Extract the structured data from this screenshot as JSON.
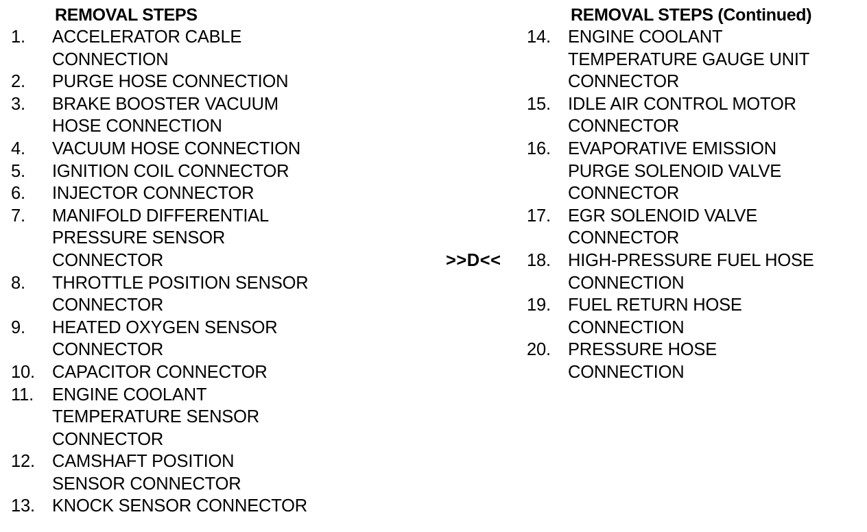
{
  "left": {
    "heading": "REMOVAL STEPS",
    "steps": [
      {
        "number": "1.",
        "text": "ACCELERATOR CABLE\nCONNECTION"
      },
      {
        "number": "2.",
        "text": "PURGE HOSE CONNECTION"
      },
      {
        "number": "3.",
        "text": "BRAKE BOOSTER VACUUM\nHOSE CONNECTION"
      },
      {
        "number": "4.",
        "text": "VACUUM HOSE CONNECTION"
      },
      {
        "number": "5.",
        "text": "IGNITION COIL CONNECTOR"
      },
      {
        "number": "6.",
        "text": "INJECTOR CONNECTOR"
      },
      {
        "number": "7.",
        "text": "MANIFOLD DIFFERENTIAL\nPRESSURE SENSOR\nCONNECTOR"
      },
      {
        "number": "8.",
        "text": "THROTTLE POSITION SENSOR\nCONNECTOR"
      },
      {
        "number": "9.",
        "text": "HEATED OXYGEN SENSOR\nCONNECTOR"
      },
      {
        "number": "10.",
        "text": "CAPACITOR CONNECTOR"
      },
      {
        "number": "11.",
        "text": "ENGINE COOLANT\nTEMPERATURE SENSOR\nCONNECTOR"
      },
      {
        "number": "12.",
        "text": "CAMSHAFT POSITION\nSENSOR CONNECTOR"
      },
      {
        "number": "13.",
        "text": "KNOCK SENSOR CONNECTOR"
      }
    ]
  },
  "right": {
    "heading": "REMOVAL STEPS (Continued)",
    "steps": [
      {
        "marker": "",
        "number": "14.",
        "text": "ENGINE COOLANT\nTEMPERATURE GAUGE UNIT\nCONNECTOR"
      },
      {
        "marker": "",
        "number": "15.",
        "text": "IDLE AIR CONTROL MOTOR\nCONNECTOR"
      },
      {
        "marker": "",
        "number": "16.",
        "text": "EVAPORATIVE EMISSION\nPURGE SOLENOID VALVE\nCONNECTOR"
      },
      {
        "marker": "",
        "number": "17.",
        "text": "EGR SOLENOID VALVE\nCONNECTOR"
      },
      {
        "marker": ">>D<<",
        "number": "18.",
        "text": "HIGH-PRESSURE FUEL HOSE\nCONNECTION"
      },
      {
        "marker": "",
        "number": "19.",
        "text": "FUEL RETURN HOSE\nCONNECTION"
      },
      {
        "marker": "",
        "number": "20.",
        "text": "PRESSURE HOSE\nCONNECTION"
      }
    ]
  }
}
